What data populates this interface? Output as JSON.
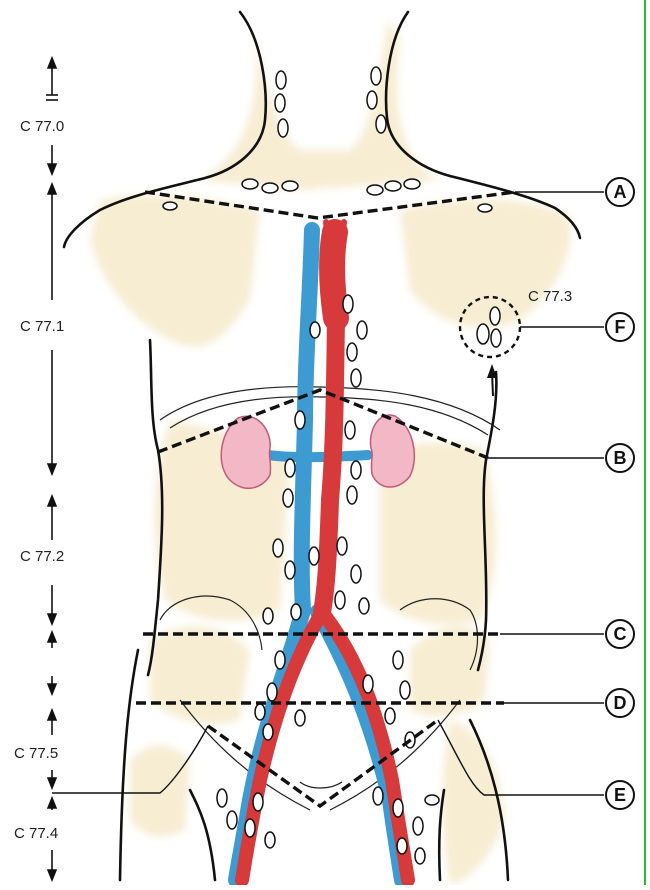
{
  "region_labels": {
    "c770": "C 77.0",
    "c771": "C 77.1",
    "c772": "C 77.2",
    "c773": "C 77.3",
    "c775": "C 77.5",
    "c774": "C 77.4"
  },
  "plane_labels": {
    "a": "A",
    "b": "B",
    "c": "C",
    "d": "D",
    "e": "E",
    "f": "F"
  },
  "colors": {
    "skin_tint": "#f4e7c4",
    "artery": "#d63a3a",
    "vein": "#3d9bd2",
    "kidney": "#f2b8c6",
    "node_fill": "#ffffff",
    "outline": "#111111",
    "accent_rule": "#2db83a"
  }
}
